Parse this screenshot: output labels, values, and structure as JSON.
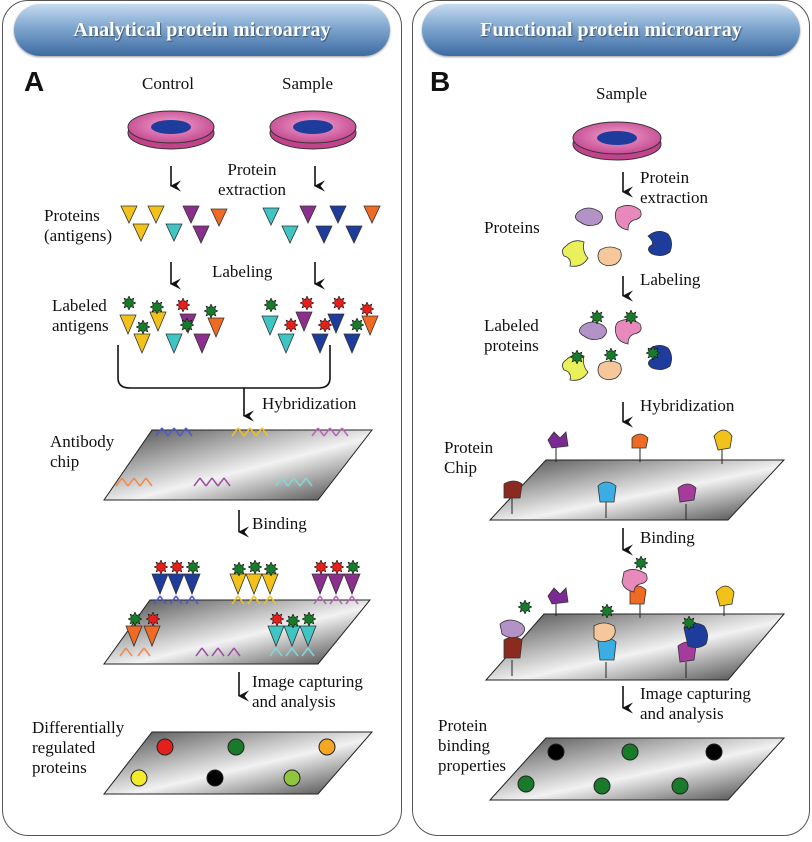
{
  "panel_a": {
    "title": "Analytical protein microarray",
    "letter": "A",
    "control": "Control",
    "sample": "Sample",
    "protein_extraction": "Protein\nextraction",
    "proteins": "Proteins\n(antigens)",
    "labeling": "Labeling",
    "labeled_antigens": "Labeled\nantigens",
    "hybridization": "Hybridization",
    "antibody_chip": "Antibody\nchip",
    "binding": "Binding",
    "image_capturing": "Image capturing\nand analysis",
    "differentially": "Differentially\nregulated\nproteins"
  },
  "panel_b": {
    "title": "Functional protein microarray",
    "letter": "B",
    "sample": "Sample",
    "protein_extraction": "Protein\nextraction",
    "proteins": "Proteins",
    "labeling": "Labeling",
    "labeled_proteins": "Labeled\nproteins",
    "hybridization": "Hybridization",
    "protein_chip": "Protein\nChip",
    "binding": "Binding",
    "image_capturing": "Image capturing\nand analysis",
    "binding_properties": "Protein\nbinding\nproperties"
  },
  "colors": {
    "yellow": "#f2c21b",
    "teal": "#3fc6c4",
    "purple": "#8a2f8c",
    "orange": "#ef6a22",
    "blue": "#1d3c9c",
    "red": "#e3201c",
    "green": "#1a7a2c",
    "lime": "#8ec63f",
    "black": "#000000",
    "lavender": "#b392c8",
    "pink": "#e889bb",
    "peach": "#f6c79b",
    "maroon": "#8b2a1f",
    "sky": "#3aaee3",
    "magenta": "#a53b9c",
    "dish": "#d85aa6",
    "header": "#4a77ad"
  }
}
